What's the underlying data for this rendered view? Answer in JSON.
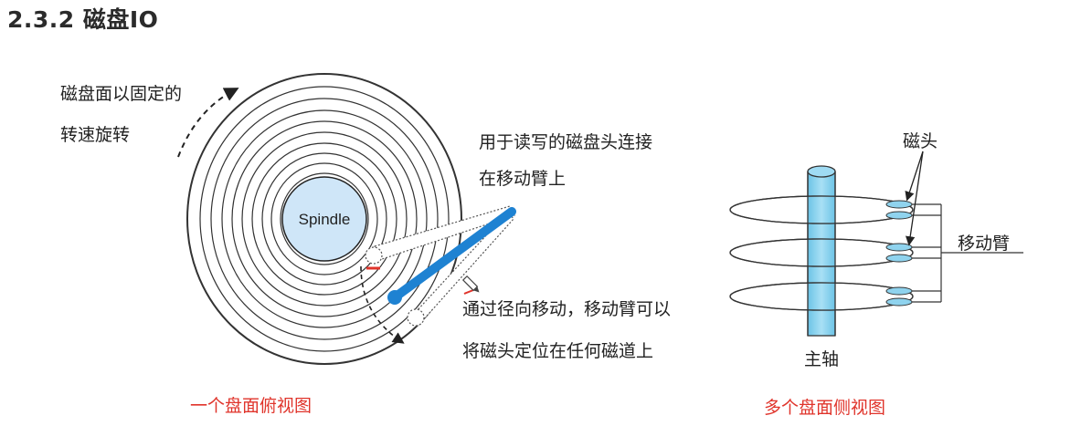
{
  "title": "2.3.2 磁盘IO",
  "top_view": {
    "spindle_label": "Spindle",
    "rotation_note_line1": "磁盘面以固定的",
    "rotation_note_line2": "转速旋转",
    "head_note_line1": "用于读写的磁盘头连接",
    "head_note_line2": "在移动臂上",
    "move_note_line1": "通过径向移动，移动臂可以",
    "move_note_line2": "将磁头定位在任何磁道上",
    "caption": "一个盘面俯视图"
  },
  "side_view": {
    "head_label": "磁头",
    "arm_label": "移动臂",
    "axis_label": "主轴",
    "caption": "多个盘面侧视图"
  },
  "colors": {
    "arm_blue": "#1e82d2",
    "spindle_fill": "#cfe6f8",
    "caption_red": "#e0342b",
    "axis_cyan": "#8fd3ee"
  }
}
